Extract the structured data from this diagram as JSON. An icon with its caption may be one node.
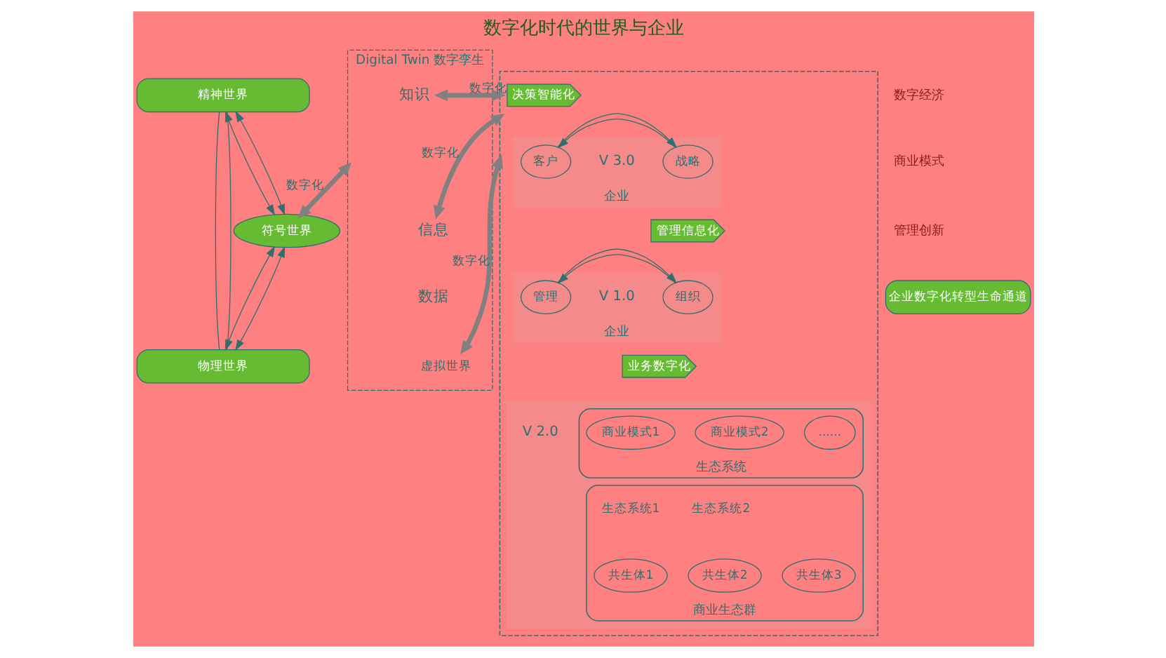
{
  "diagram": {
    "title": "数字化时代的世界与企业",
    "nodes": [
      {
        "text": [
          "精神世界"
        ]
      },
      {
        "text": [
          "符号世界"
        ]
      },
      {
        "text": [
          "物理世界"
        ]
      },
      {
        "text": [
          "Digital Twin 数字孪生"
        ]
      },
      {
        "text": [
          "知识"
        ],
        "in": 3
      },
      {
        "text": [
          "信息"
        ],
        "in": 3
      },
      {
        "text": [
          "数据"
        ],
        "in": 3
      },
      {
        "text": [
          "虚拟世界"
        ],
        "in": 3
      },
      {
        "text": [],
        "shape": "box"
      },
      {
        "text": [
          "决策智能化"
        ],
        "in": 8
      },
      {
        "text": [
          "企业"
        ],
        "beside": [
          "V 3.0"
        ],
        "in": 8
      },
      {
        "text": [
          "战略"
        ],
        "in": 10
      },
      {
        "text": [
          "客户"
        ],
        "in": 10
      },
      {
        "text": [
          "管理信息化"
        ],
        "in": 8
      },
      {
        "text": [
          "企业"
        ],
        "beside": [
          "V 1.0"
        ],
        "in": 8
      },
      {
        "text": [
          "组织"
        ],
        "in": 14
      },
      {
        "text": [
          "管理"
        ],
        "in": 14
      },
      {
        "text": [
          "业务数字化"
        ],
        "in": 8
      },
      {
        "text": [],
        "shape": "box",
        "beside": [
          "V 2.0"
        ],
        "in": 8
      },
      {
        "text": [
          "生态系统"
        ],
        "in": 18
      },
      {
        "text": [
          "商业模式1"
        ],
        "in": 19
      },
      {
        "text": [
          "商业模式2"
        ],
        "in": 19
      },
      {
        "text": [
          "......"
        ],
        "in": 19
      },
      {
        "text": [
          "商业生态群"
        ],
        "in": 18
      },
      {
        "text": [
          "共生体1"
        ],
        "in": 23
      },
      {
        "text": [
          "共生体2"
        ],
        "in": 23
      },
      {
        "text": [
          "共生体3"
        ],
        "in": 23
      },
      {
        "text": [
          "企业数字化转型生命通道"
        ]
      }
    ],
    "edges": [
      {
        "from": 0,
        "to": 1,
        "arrow": "both"
      },
      {
        "from": 0,
        "to": 1,
        "arrow": "both"
      },
      {
        "from": 1,
        "to": 2,
        "arrow": "both"
      },
      {
        "from": 1,
        "to": 2,
        "arrow": "both"
      },
      {
        "from": 0,
        "to": 2,
        "arrow": "none"
      },
      {
        "from": 0,
        "to": 2,
        "arrow": "none"
      },
      {
        "from": 1,
        "to": 3,
        "arrow": "both",
        "label": "数字化",
        "style": "thick",
        "color": "#808080"
      },
      {
        "from": 4,
        "to": 8,
        "arrow": "both",
        "label": "数字化",
        "style": "thick",
        "color": "#808080"
      },
      {
        "from": 5,
        "to": 8,
        "arrow": "both",
        "label": "数字化",
        "style": "thick",
        "color": "#808080"
      },
      {
        "from": 7,
        "to": 8,
        "arrow": "both",
        "label": "数字化",
        "style": "thick",
        "color": "#808080"
      },
      {
        "from": 11,
        "to": 12,
        "arrow": "to"
      },
      {
        "from": 12,
        "to": 11,
        "arrow": "to"
      },
      {
        "from": 15,
        "to": 16,
        "arrow": "to"
      },
      {
        "from": 16,
        "to": 15,
        "arrow": "to"
      }
    ],
    "labels": [
      "数字经济",
      "商业模式",
      "管理创新",
      "生态系统1",
      "生态系统2"
    ]
  }
}
